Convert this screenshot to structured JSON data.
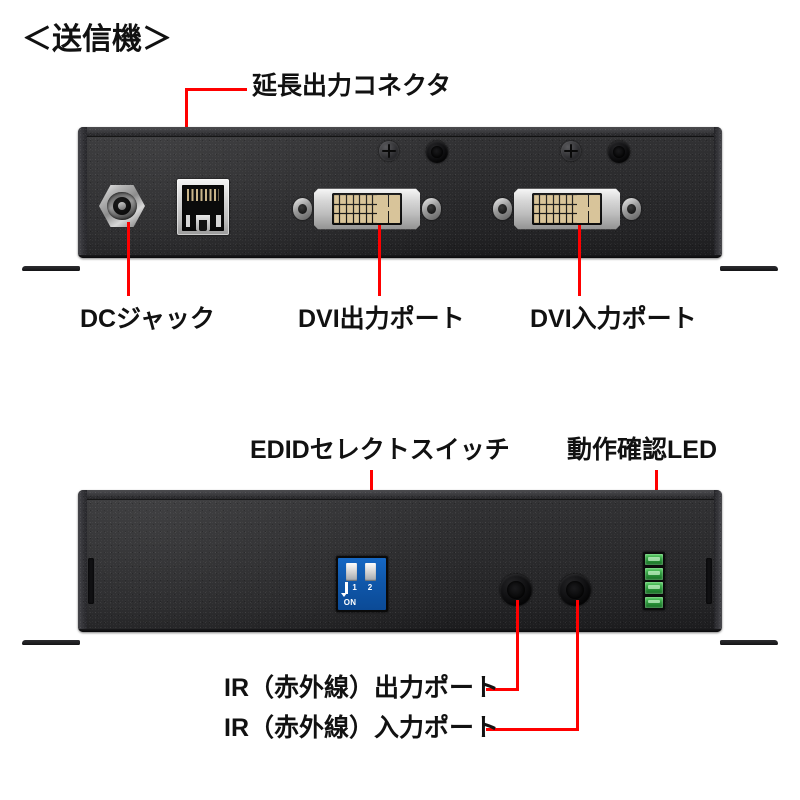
{
  "title": "＜送信機＞",
  "labels": {
    "extension_output_connector": "延長出力コネクタ",
    "dc_jack": "DCジャック",
    "dvi_output_port": "DVI出力ポート",
    "dvi_input_port": "DVI入力ポート",
    "edid_select_switch": "EDIDセレクトスイッチ",
    "status_led": "動作確認LED",
    "ir_output_port": "IR（赤外線）出力ポート",
    "ir_input_port": "IR（赤外線）入力ポート"
  },
  "front_panel": {
    "components": [
      {
        "name": "dc-jack",
        "type": "coaxial-power-jack"
      },
      {
        "name": "rj45-extension-output",
        "type": "rj45-port"
      },
      {
        "name": "dvi-output",
        "type": "dvi-d-connector"
      },
      {
        "name": "dvi-input",
        "type": "dvi-d-connector"
      }
    ]
  },
  "rear_panel": {
    "dip_switch": {
      "name": "edid-dip-switch",
      "positions": [
        "1",
        "2"
      ],
      "on_label": "ON",
      "color": "#1059ad"
    },
    "leds": {
      "name": "status-led-array",
      "count": 4,
      "color": "#2f9c3e"
    },
    "jacks": [
      {
        "name": "ir-output-jack",
        "type": "3.5mm-jack"
      },
      {
        "name": "ir-input-jack",
        "type": "3.5mm-jack"
      }
    ]
  },
  "colors": {
    "leader_line": "#ff0000",
    "chassis": "#2a2a2c",
    "background": "#ffffff",
    "text": "#111111"
  }
}
